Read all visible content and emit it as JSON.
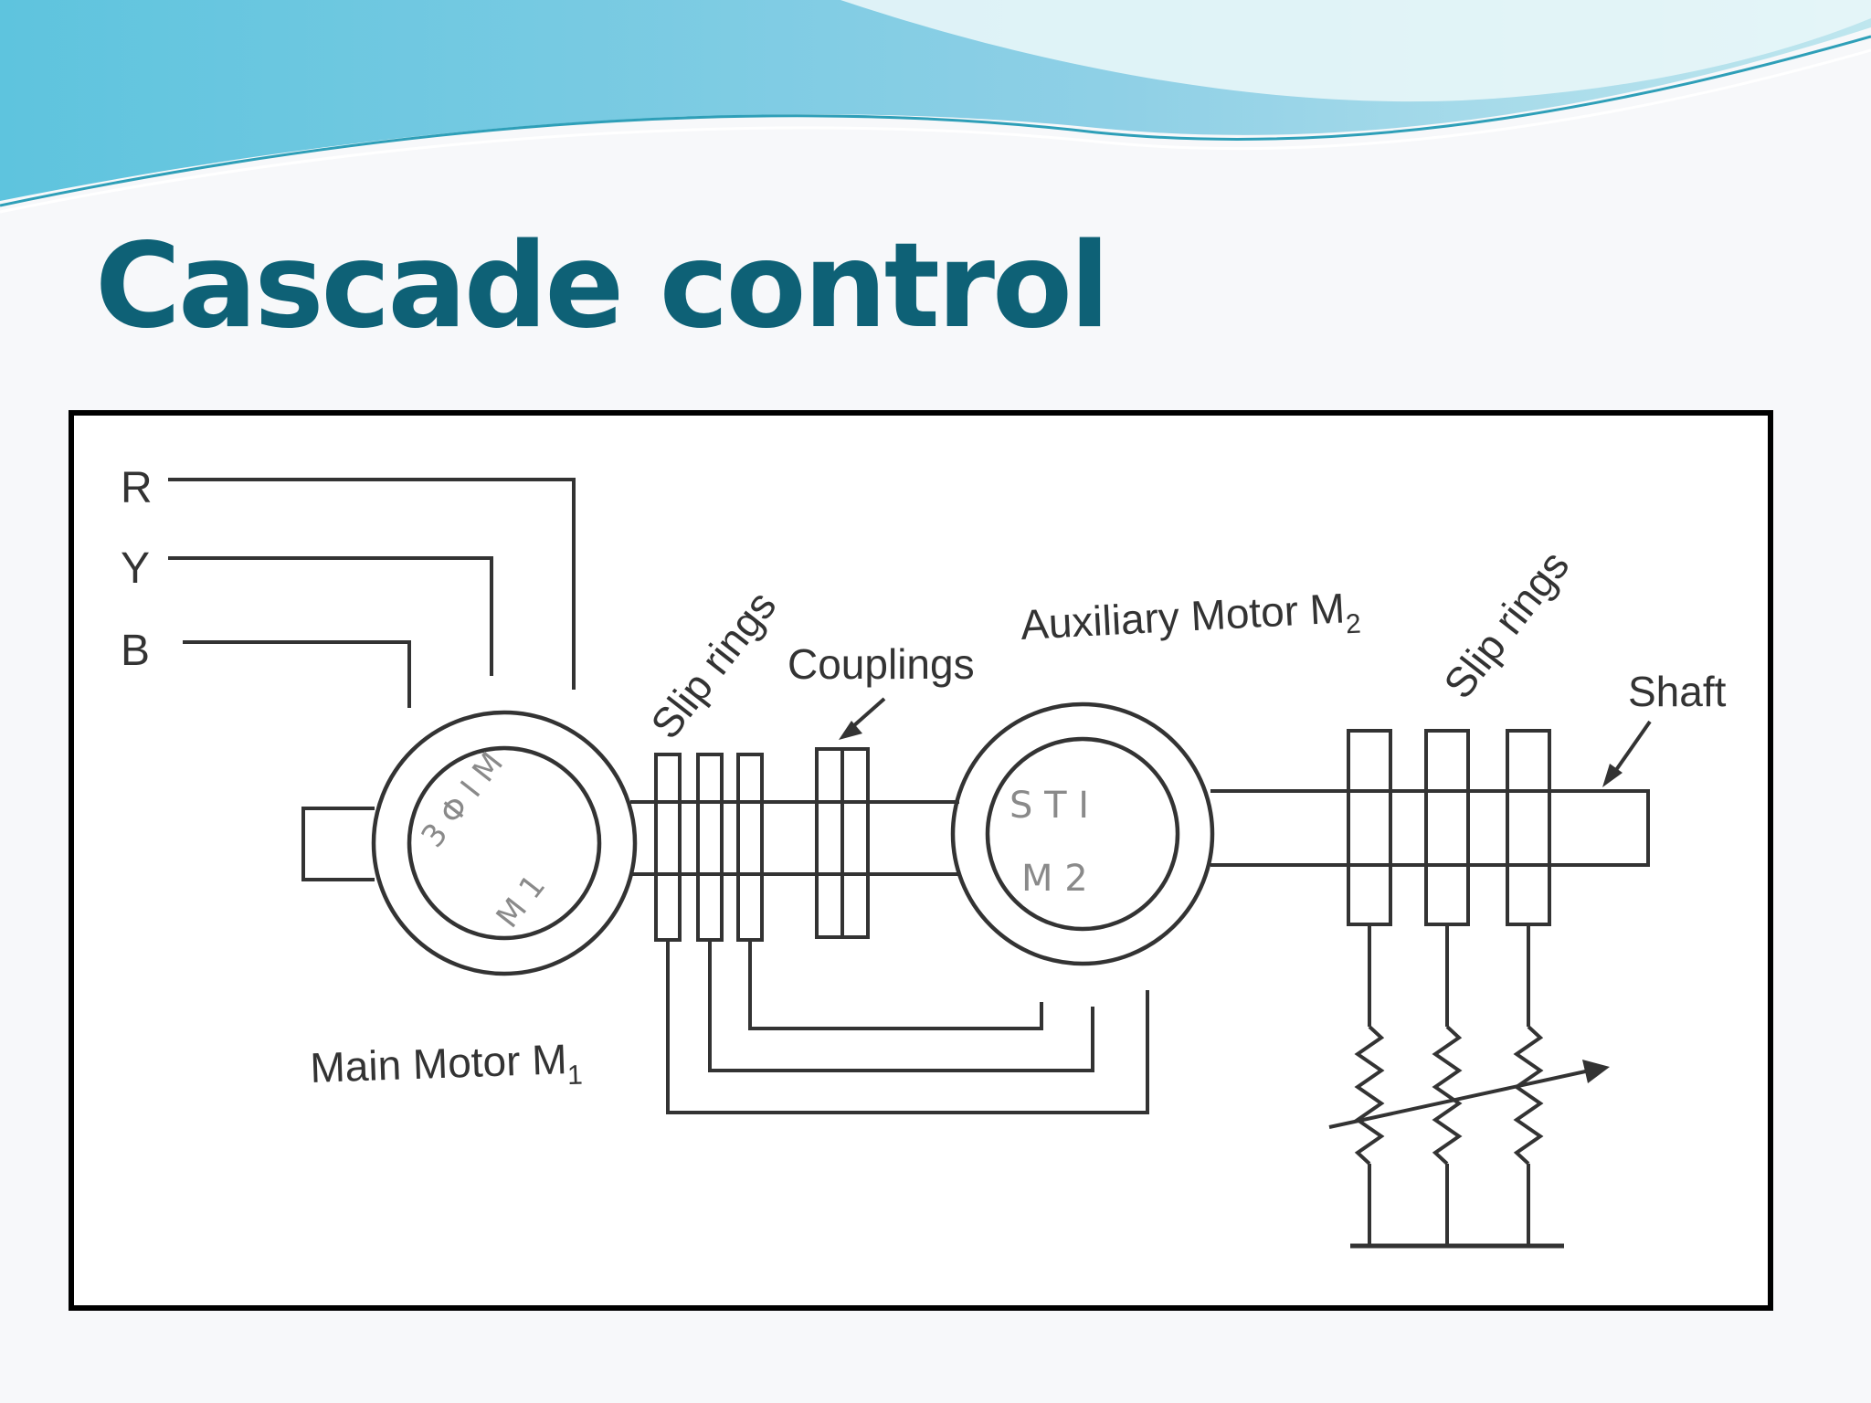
{
  "slide": {
    "title": "Cascade control",
    "accent_color": "#0e6176"
  },
  "diagram": {
    "supply_lines": [
      "R",
      "Y",
      "B"
    ],
    "labels": {
      "slip_rings_left": "Slip rings",
      "couplings": "Couplings",
      "auxiliary_motor": "Auxiliary Motor M",
      "auxiliary_motor_sub": "2",
      "slip_rings_right": "Slip rings",
      "shaft": "Shaft",
      "main_motor": "Main Motor M",
      "main_motor_sub": "1"
    },
    "handwritten": {
      "m1_line1": "3 Φ I M",
      "m1_line2": "M 1",
      "m2_line1": "S T I",
      "m2_line2": "M 2"
    }
  }
}
